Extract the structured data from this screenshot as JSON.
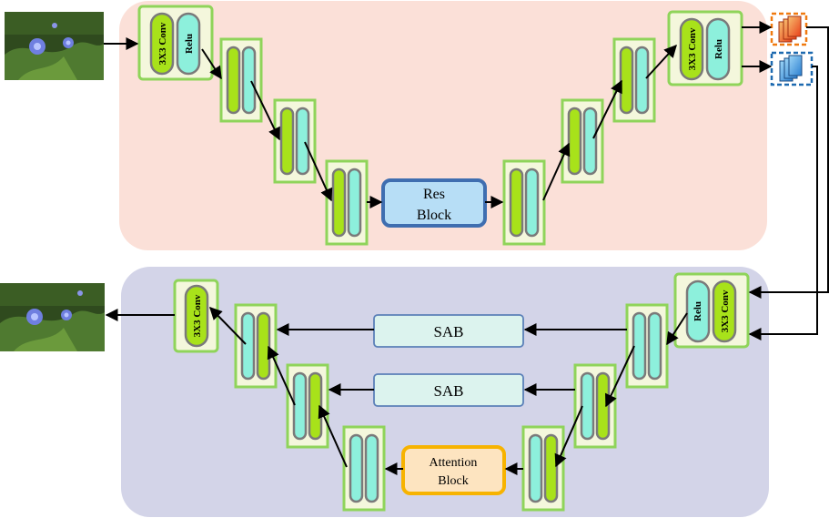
{
  "labels": {
    "conv": "3X3 Conv",
    "relu": "Relu",
    "res_block_line1": "Res",
    "res_block_line2": "Block",
    "sab_top": "SAB",
    "sab_bottom": "SAB",
    "attention_line1": "Attention",
    "attention_line2": "Block"
  },
  "colors": {
    "top_panel": "#fbe0d8",
    "bottom_panel": "#d3d4e8",
    "block_border": "#8fd45a",
    "block_fill": "#f4f7dc",
    "lime": "#a8e21a",
    "cyan": "#8df0dc",
    "res_fill": "#b7def6",
    "res_border": "#3f6eb0",
    "sab_fill": "#dcf3ee",
    "sab_border": "#5b80b8",
    "att_fill": "#fde4c0",
    "att_border": "#f7b300",
    "feat_orange": "#f06a1a",
    "feat_blue": "#3e9ae0"
  },
  "images": {
    "input_photo": "flower-photo",
    "output_photo": "flower-photo"
  }
}
